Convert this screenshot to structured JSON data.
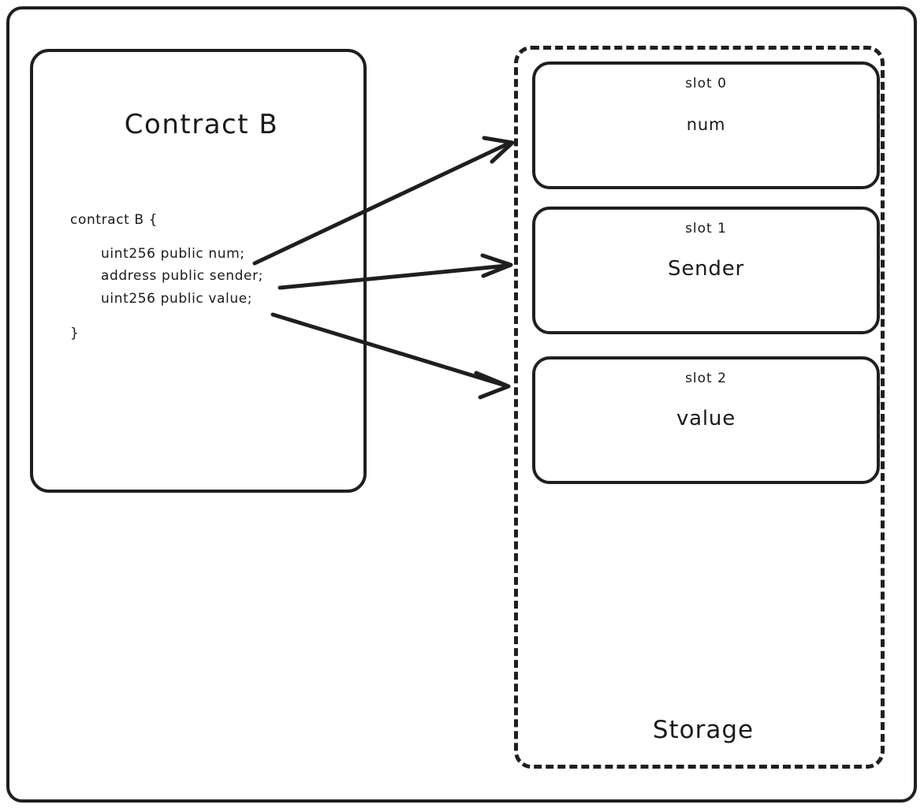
{
  "diagram": {
    "title_visible": "Contract B",
    "contract": {
      "title": "Contract B",
      "code_lines": [
        "contract B {",
        "uint256 public num;",
        "address public sender;",
        "uint256 public value;",
        "}"
      ]
    },
    "storage": {
      "label": "Storage",
      "slots": [
        {
          "index_label": "slot 0",
          "value_label": "num"
        },
        {
          "index_label": "slot 1",
          "value_label": "Sender"
        },
        {
          "index_label": "slot 2",
          "value_label": "value"
        }
      ]
    },
    "arrows": [
      {
        "name": "arrow-num-to-slot-0",
        "from_label": "uint256 public num;",
        "to_label": "slot 0"
      },
      {
        "name": "arrow-sender-to-slot-1",
        "from_label": "address public sender;",
        "to_label": "slot 1"
      },
      {
        "name": "arrow-value-to-slot-2",
        "from_label": "uint256 public value;",
        "to_label": "slot 2"
      }
    ],
    "colors": {
      "stroke": "#1f1f1f",
      "text": "#1a1a1a",
      "background": "#ffffff"
    }
  }
}
